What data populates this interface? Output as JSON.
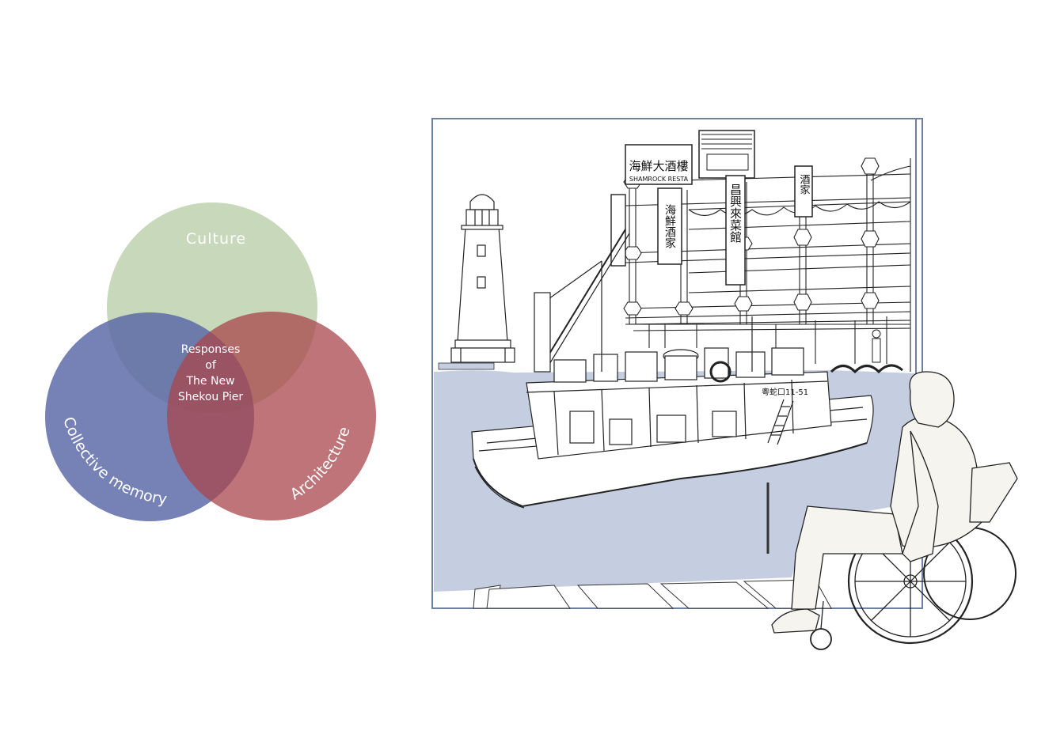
{
  "venn": {
    "circles": [
      {
        "label": "Culture",
        "color": "#b6cca4"
      },
      {
        "label": "Collective memory",
        "color": "#5866a6"
      },
      {
        "label": "Architecture",
        "color": "#a8464b"
      }
    ],
    "center_text": [
      "Responses",
      "of",
      "The New",
      "Shekou Pier"
    ]
  },
  "illustration": {
    "frame_color": "#6f7f9e",
    "water_color": "#c5cee0",
    "signs": {
      "restaurant": "海鮮大酒樓",
      "restaurant_en": "SHAMROCK RESTA",
      "vertical_1": "海鮮酒家",
      "vertical_2": "昌興來菜館",
      "vertical_3": "酒家"
    },
    "boat_registration": "粵蛇口11-51"
  }
}
